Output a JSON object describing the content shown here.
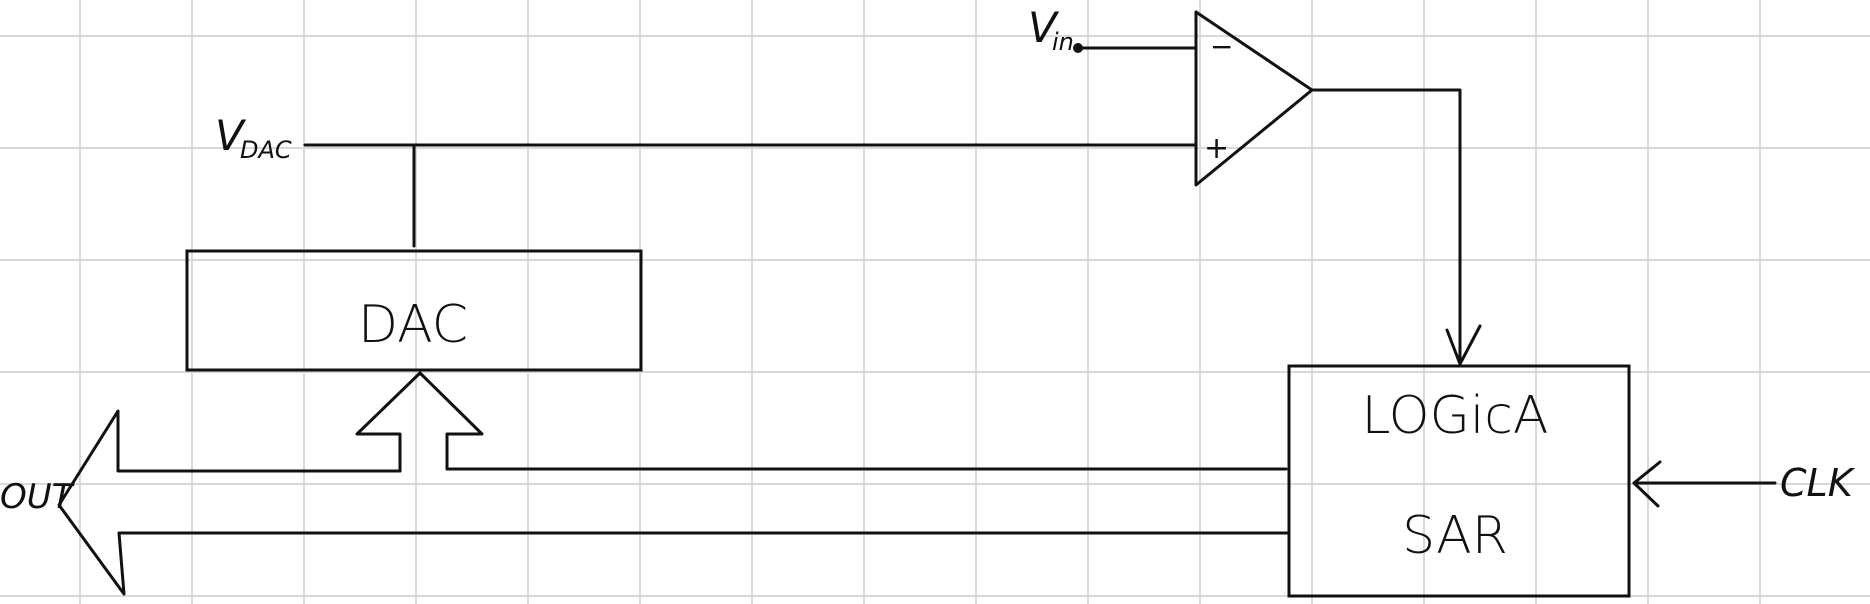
{
  "colors": {
    "background": "#ffffff",
    "grid": "#d9d9d9",
    "ink": "#111111"
  },
  "labels": {
    "vdac_main": "V",
    "vdac_sub": "DAC",
    "vin_main": "V",
    "vin_sub": "in",
    "comparator_minus": "−",
    "comparator_plus": "+",
    "dac": "DAC",
    "logic_line1": "LOGicA",
    "logic_line2": "SAR",
    "clk": "CLK",
    "out": "OUT"
  }
}
